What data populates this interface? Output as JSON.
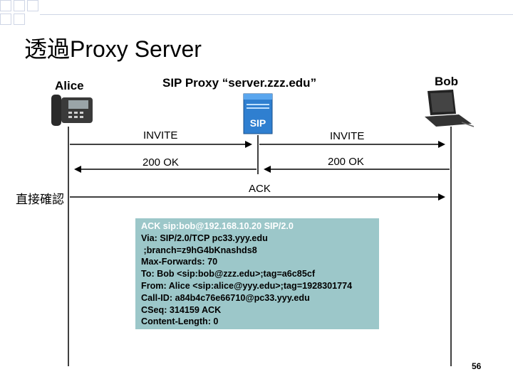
{
  "slide": {
    "title": "透過Proxy Server",
    "page_number": "56"
  },
  "parties": {
    "alice": "Alice",
    "proxy": "SIP Proxy “server.zzz.edu”",
    "bob": "Bob",
    "proxy_icon_text": "SIP"
  },
  "messages": {
    "invite_left": "INVITE",
    "invite_right": "INVITE",
    "ok_left": "200 OK",
    "ok_right": "200 OK",
    "ack": "ACK"
  },
  "confirm_label": "直接確認",
  "sip_message": {
    "line1": "ACK sip:bob@192.168.10.20 SIP/2.0",
    "line2": "Via: SIP/2.0/TCP pc33.yyy.edu",
    "line3": " ;branch=z9hG4bKnashds8",
    "line4": "Max-Forwards: 70",
    "line5": "To: Bob <sip:bob@zzz.edu>;tag=a6c85cf",
    "line6": "From: Alice <sip:alice@yyy.edu>;tag=1928301774",
    "line7": "Call-ID: a84b4c76e66710@pc33.yyy.edu",
    "line8": "CSeq: 314159 ACK",
    "line9": "Content-Length: 0"
  },
  "colors": {
    "sip_box_bg": "#9cc7c9",
    "decor_square_border": "#cfd6e6",
    "proxy_icon_blue": "#2f7fd0"
  }
}
